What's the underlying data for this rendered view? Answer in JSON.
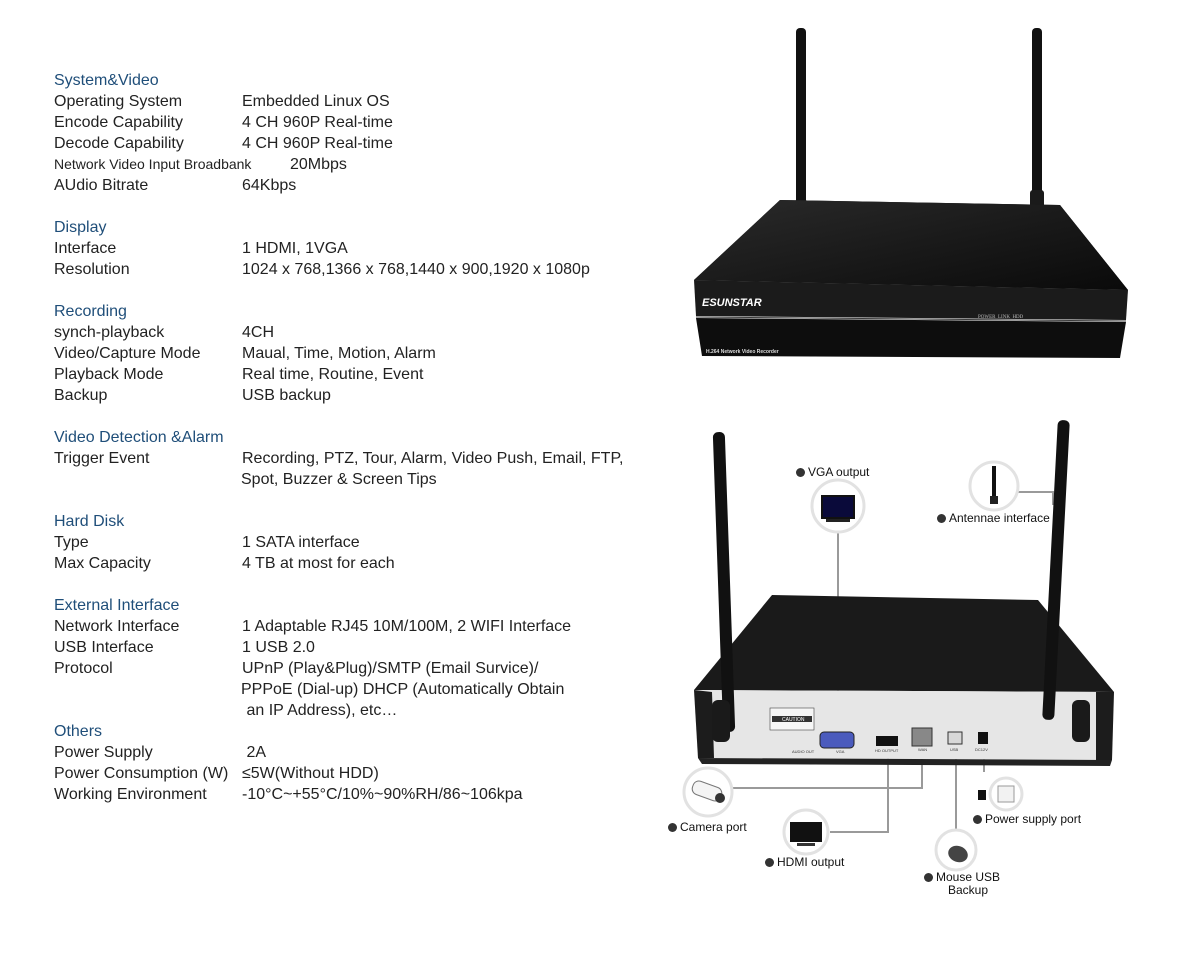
{
  "specs": {
    "system": {
      "title": "System&Video",
      "rows": [
        {
          "label": "Operating System",
          "value": "Embedded Linux OS"
        },
        {
          "label": "Encode Capability",
          "value": "4 CH 960P Real-time"
        },
        {
          "label": "Decode Capability",
          "value": "4 CH 960P Real-time"
        },
        {
          "label": "Network Video Input Broadbank",
          "value": "20Mbps"
        },
        {
          "label": "AUdio Bitrate",
          "value": "64Kbps"
        }
      ]
    },
    "display": {
      "title": "Display",
      "rows": [
        {
          "label": "Interface",
          "value": "1 HDMI, 1VGA"
        },
        {
          "label": "Resolution",
          "value": "1024 x 768,1366 x 768,1440 x 900,1920 x 1080p"
        }
      ]
    },
    "recording": {
      "title": "Recording",
      "rows": [
        {
          "label": "synch-playback",
          "value": "4CH"
        },
        {
          "label": "Video/Capture Mode",
          "value": "Maual, Time, Motion, Alarm"
        },
        {
          "label": "Playback Mode",
          "value": "Real time, Routine, Event"
        },
        {
          "label": "Backup",
          "value": "USB backup"
        }
      ]
    },
    "alarm": {
      "title": "Video Detection &Alarm",
      "rows": [
        {
          "label": "Trigger Event",
          "value_line1": "Recording, PTZ, Tour, Alarm, Video Push, Email, FTP,",
          "value_line2": "Spot, Buzzer & Screen Tips"
        }
      ]
    },
    "harddisk": {
      "title": "Hard Disk",
      "rows": [
        {
          "label": "Type",
          "value": "1 SATA interface"
        },
        {
          "label": "Max Capacity",
          "value": "4 TB at most for each"
        }
      ]
    },
    "external": {
      "title": "External Interface",
      "rows": [
        {
          "label": "Network Interface",
          "value": "1 Adaptable RJ45 10M/100M, 2 WIFI Interface"
        },
        {
          "label": "USB Interface",
          "value": "1 USB 2.0"
        },
        {
          "label": "Protocol",
          "value_line1": "UPnP (Play&Plug)/SMTP (Email Survice)/",
          "value_line2": "PPPoE (Dial-up) DHCP (Automatically Obtain",
          "value_line3": " an IP Address), etc…"
        }
      ]
    },
    "others": {
      "title": "Others",
      "rows": [
        {
          "label": "Power Supply",
          "value": " 2A"
        },
        {
          "label": "Power Consumption (W)",
          "value": "≤5W(Without HDD)"
        },
        {
          "label": "Working Environment",
          "value": "-10°C~+55°C/10%~90%RH/86~106kpa"
        }
      ]
    }
  },
  "device": {
    "brand": "ESUNSTAR",
    "front_subtitle": "H.264 Network Video Recorder",
    "leds": "POWER  LINK  HDD",
    "rear_caution": "CAUTION",
    "port_labels": {
      "audio": "AUDIO OUT",
      "vga": "VGA",
      "hdmi": "HD OUTPUT",
      "wan": "WAN",
      "usb": "USB",
      "dc": "DC12V"
    }
  },
  "callouts": {
    "vga": "VGA output",
    "antenna": "Antennae interface",
    "camera": "Camera port",
    "power": "Power supply port",
    "hdmi": "HDMI output",
    "mouse_line1": "Mouse USB",
    "mouse_line2": "Backup"
  },
  "colors": {
    "section_title": "#1f4e79",
    "device_body": "#1b1b1b",
    "panel": "#e4e4e4",
    "leader_line": "#9a9a9a"
  }
}
